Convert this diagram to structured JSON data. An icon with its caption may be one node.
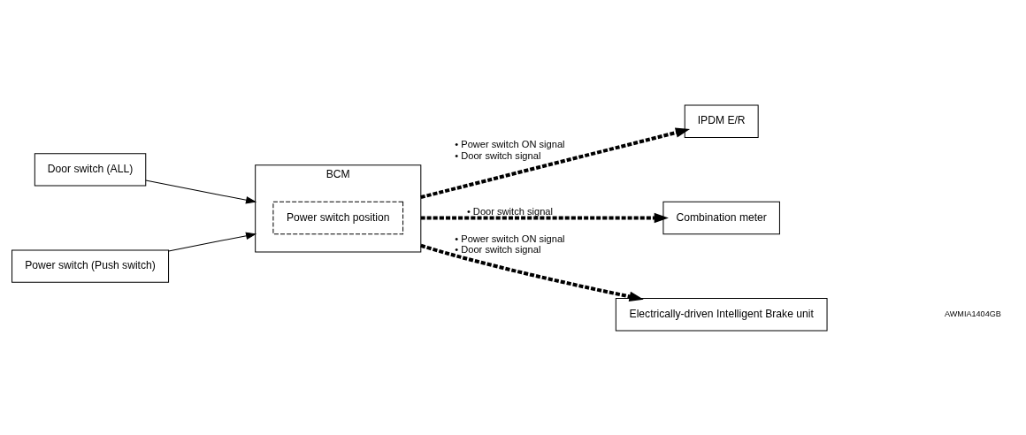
{
  "diagram": {
    "nodes": [
      {
        "text": [
          "Door switch (ALL)"
        ]
      },
      {
        "text": [
          "Power switch (Push switch)"
        ]
      },
      {
        "text": [
          "BCM"
        ]
      },
      {
        "text": [
          "Power switch position"
        ],
        "in": 2
      },
      {
        "text": [
          "IPDM E/R"
        ]
      },
      {
        "text": [
          "Combination meter"
        ]
      },
      {
        "text": [
          "Electrically-driven Intelligent Brake unit"
        ]
      }
    ],
    "edges": [
      {
        "from": 0,
        "to": 2,
        "arrow": "to"
      },
      {
        "from": 1,
        "to": 2,
        "arrow": "to"
      },
      {
        "from": 2,
        "to": 4,
        "arrow": "to",
        "style": "dashed",
        "label": "• Power switch ON signal • Door switch signal"
      },
      {
        "from": 2,
        "to": 5,
        "arrow": "to",
        "style": "dashed",
        "label": "• Door switch signal"
      },
      {
        "from": 2,
        "to": 6,
        "arrow": "to",
        "style": "dashed",
        "label": "• Power switch ON signal • Door switch signal"
      }
    ],
    "labels": [
      "AWMIA1404GB"
    ]
  }
}
